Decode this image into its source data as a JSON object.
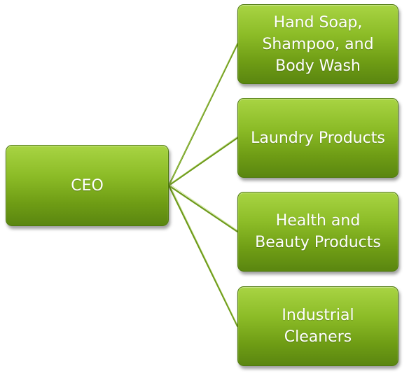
{
  "diagram": {
    "root": {
      "label": "CEO"
    },
    "children": [
      {
        "lines": [
          "Hand Soap,",
          "Shampoo, and",
          "Body Wash"
        ]
      },
      {
        "lines": [
          "Laundry Products"
        ]
      },
      {
        "lines": [
          "Health and",
          "Beauty Products"
        ]
      },
      {
        "lines": [
          "Industrial",
          "Cleaners"
        ]
      }
    ]
  },
  "colors": {
    "node_fill": "#8cbc27",
    "node_border": "#4f7a0e",
    "connector": "#6d9a1a",
    "text": "#ffffff"
  }
}
